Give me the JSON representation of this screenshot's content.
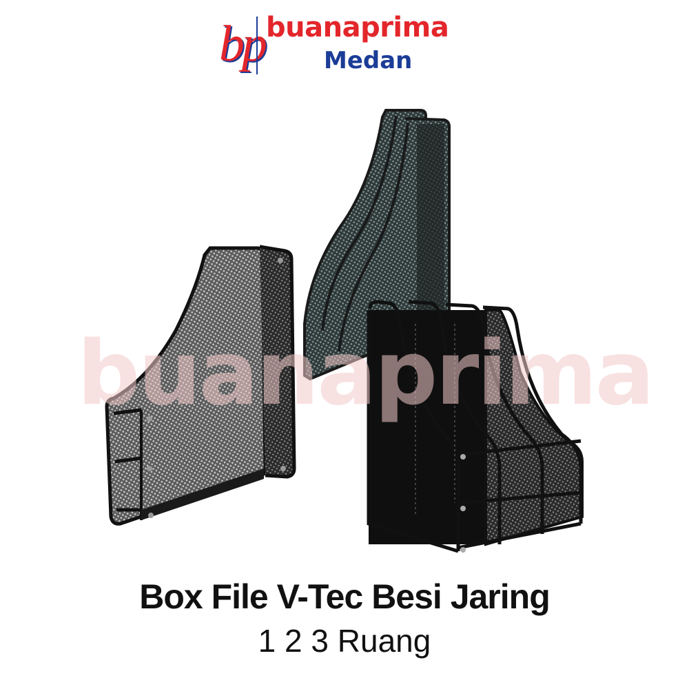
{
  "logo": {
    "monogram": "bp",
    "brand": "buanaprima",
    "city": "Medan",
    "colors": {
      "red": "#e3262b",
      "blue": "#1b3c97"
    }
  },
  "watermark": {
    "text": "buanaprima",
    "color": "#f3c9c9"
  },
  "products": [
    {
      "name": "1-compartment mesh file box",
      "compartments": 1
    },
    {
      "name": "3-compartment mesh file box (back, side view)",
      "compartments": 3
    },
    {
      "name": "3-compartment mesh file box (front view)",
      "compartments": 3
    }
  ],
  "title": {
    "main": "Box File V-Tec Besi Jaring",
    "sub": "1 2 3 Ruang"
  }
}
